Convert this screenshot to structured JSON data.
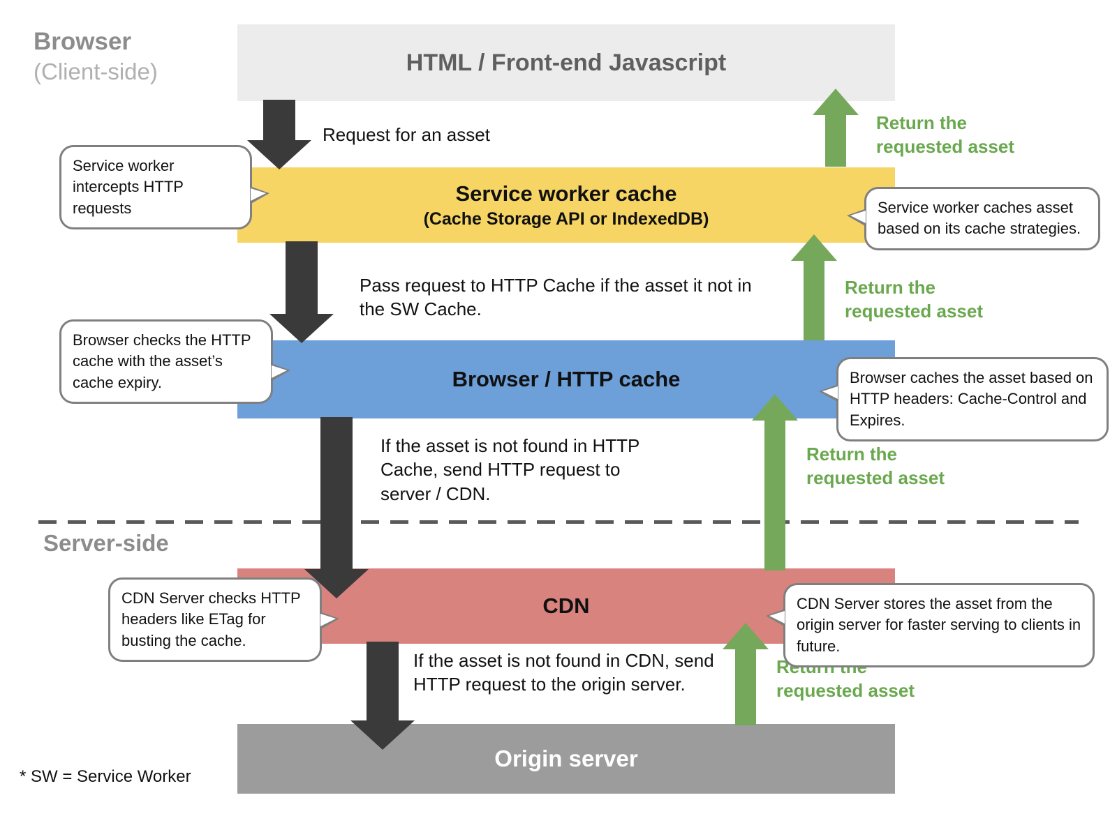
{
  "side_labels": {
    "browser": "Browser",
    "client_side": "(Client-side)",
    "server_side": "Server-side",
    "footnote": "* SW = Service Worker"
  },
  "layers": {
    "frontend": {
      "title": "HTML / Front-end Javascript"
    },
    "service_worker": {
      "title": "Service worker cache",
      "subtitle": "(Cache Storage API or IndexedDB)"
    },
    "http_cache": {
      "title": "Browser / HTTP cache"
    },
    "cdn": {
      "title": "CDN"
    },
    "origin": {
      "title": "Origin server"
    }
  },
  "request_flow": {
    "to_service_worker": "Request for an asset",
    "to_http_cache": "Pass request to HTTP Cache if the asset it not in the SW Cache.",
    "to_cdn": "If the asset is not found in HTTP Cache, send HTTP request to server / CDN.",
    "to_origin": "If the asset is not found in CDN, send HTTP request to the origin server."
  },
  "return_flow": {
    "label": "Return the requested asset"
  },
  "callouts": {
    "sw_intercept": "Service worker intercepts HTTP requests",
    "browser_checks": "Browser checks the HTTP cache with the asset’s cache expiry.",
    "cdn_checks": "CDN Server checks HTTP headers like ETag for busting the cache.",
    "sw_caches": "Service worker caches asset based on its cache strategies.",
    "browser_caches": "Browser caches the asset based on HTTP headers: Cache-Control and Expires.",
    "cdn_stores": "CDN Server stores the asset from the origin server for faster serving to clients in future."
  },
  "colors": {
    "frontend_bar": "#ececec",
    "service_worker_bar": "#f6d564",
    "http_cache_bar": "#6d9fd8",
    "cdn_bar": "#d8837e",
    "origin_bar": "#9c9c9c",
    "request_arrow": "#3a3a3a",
    "return_arrow": "#76a85c",
    "return_text": "#6aa84f"
  }
}
